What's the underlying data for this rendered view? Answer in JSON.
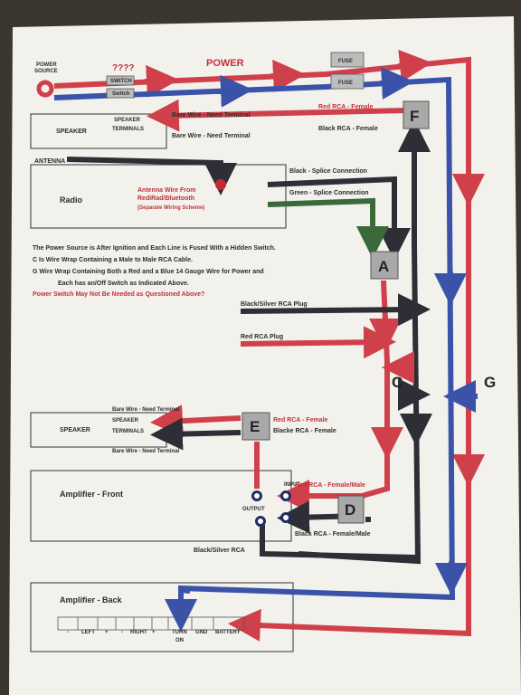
{
  "colors": {
    "red": "#d0404a",
    "blue": "#3a53a8",
    "black": "#2e2e36",
    "green": "#3a6a3a",
    "label_red": "#c0323a"
  },
  "labels": {
    "power_source_1": "POWER",
    "power_source_2": "SOURCE",
    "unknown": "????",
    "switch1": "SWITCH",
    "switch2": "Switch",
    "power": "POWER",
    "fuse1": "FUSE",
    "fuse2": "FUSE",
    "speaker1": "SPEAKER",
    "speaker_terminals_1": "SPEAKER",
    "speaker_terminals_2": "TERMINALS",
    "bare_wire_1a": "Bare Wire - Need Terminal",
    "bare_wire_1b": "Bare Wire - Need Terminal",
    "red_rca_f": "Red RCA - Female",
    "black_rca_f": "Black RCA - Female",
    "node_f": "F",
    "antenna": "ANTENNA",
    "radio": "Radio",
    "antenna_wire_1": "Antenna Wire From",
    "antenna_wire_2": "RediRad/Bluetooth",
    "antenna_wire_3": "(Separate Wiring Scheme)",
    "black_splice": "Black - Splice Connection",
    "green_splice": "Green - Splice Connection",
    "node_a": "A",
    "note1": "The Power Source is After Ignition and Each Line is Fused With a Hidden Switch.",
    "note2": "C Is Wire Wrap Containing a Male to Male RCA Cable.",
    "note3": "G Wire Wrap Containing Both a  Red  and a Blue 14 Gauge Wire for Power and",
    "note4": "Each has an/Off Switch as Indicated Above.",
    "note5": "Power Switch May Not Be Needed as Questioned Above?",
    "black_silver_plug": "Black/Silver RCA Plug",
    "red_plug": "Red RCA Plug",
    "node_c": "C",
    "node_g": "G",
    "bare_wire_2a": "Bare Wire - Need Terminal",
    "speaker2": "SPEAKER",
    "speaker2_t1": "SPEAKER",
    "speaker2_t2": "TERMINALS",
    "bare_wire_2b": "Bare Wire - Need Terminal",
    "node_e": "E",
    "red_rca_e": "Red RCA  - Female",
    "black_rca_e": "Blacke RCA - Female",
    "amp_front": "Amplifier - Front",
    "input": "INPUT",
    "output": "OUTPUT",
    "red_rca_d": "Red RCA - Female/Male",
    "node_d": "D",
    "black_rca_d": "Black RCA - Female/Male",
    "black_silver_rca": "Black/Silver RCA",
    "amp_back": "Amplifier - Back",
    "t_minus1": "-",
    "t_left": "LEFT",
    "t_plus1": "+",
    "t_minus2": "-",
    "t_right": "RIGHT",
    "t_plus2": "+",
    "t_turn": "TURN",
    "t_on": "ON",
    "t_gnd": "GND",
    "t_battery": "BATTERY"
  }
}
